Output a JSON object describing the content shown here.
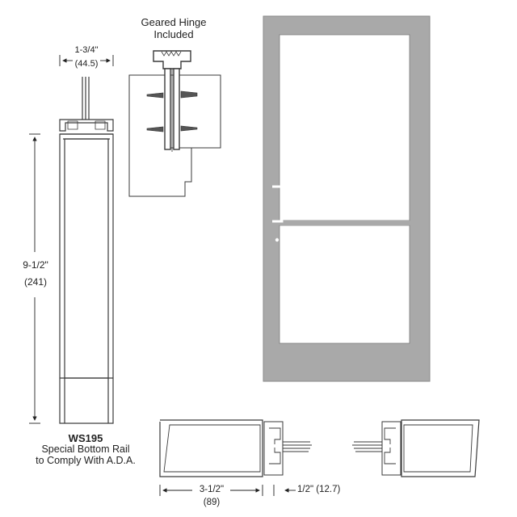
{
  "hinge_label": {
    "line1": "Geared Hinge",
    "line2": "Included"
  },
  "top_width": {
    "imperial": "1-3/4\"",
    "metric": "(44.5)"
  },
  "rail_height": {
    "imperial": "9-1/2\"",
    "metric": "(241)"
  },
  "product": {
    "code": "WS195",
    "desc_line1": "Special Bottom Rail",
    "desc_line2": "to Comply With A.D.A."
  },
  "section_width": {
    "imperial": "3-1/2\"",
    "metric": "(89)"
  },
  "section_gap": {
    "text": "1/2\" (12.7)"
  },
  "colors": {
    "door_frame": "#a9a9a9",
    "line": "#3a3a3a",
    "dimension": "#222222"
  }
}
